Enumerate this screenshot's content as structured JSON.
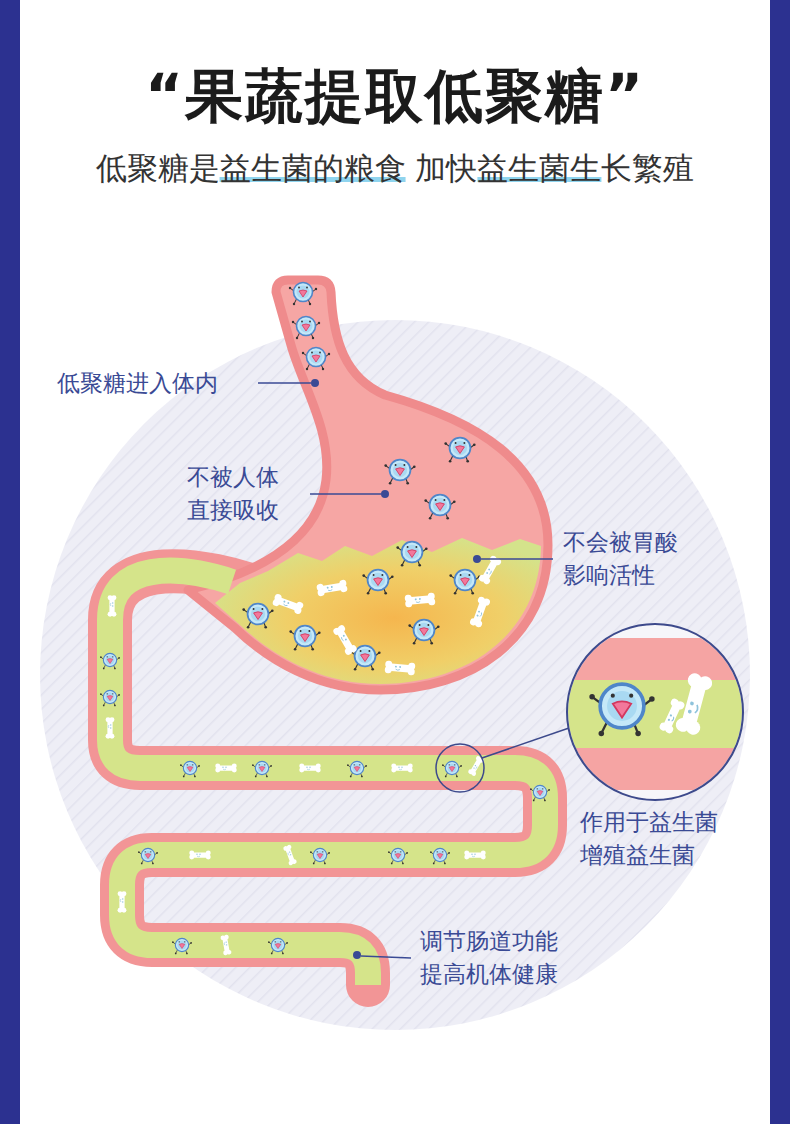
{
  "diagram": {
    "title": "“果蔬提取低聚糖”",
    "caption": "低聚糖是益生菌的粮食 加快益生菌生长繁殖",
    "labels": [
      "低聚糖进入体内",
      "不被人体 直接吸收",
      "不会被胃酸 影响活性",
      "作用于益生菌 增殖益生菌",
      "调节肠道功能 提高机体健康"
    ]
  }
}
